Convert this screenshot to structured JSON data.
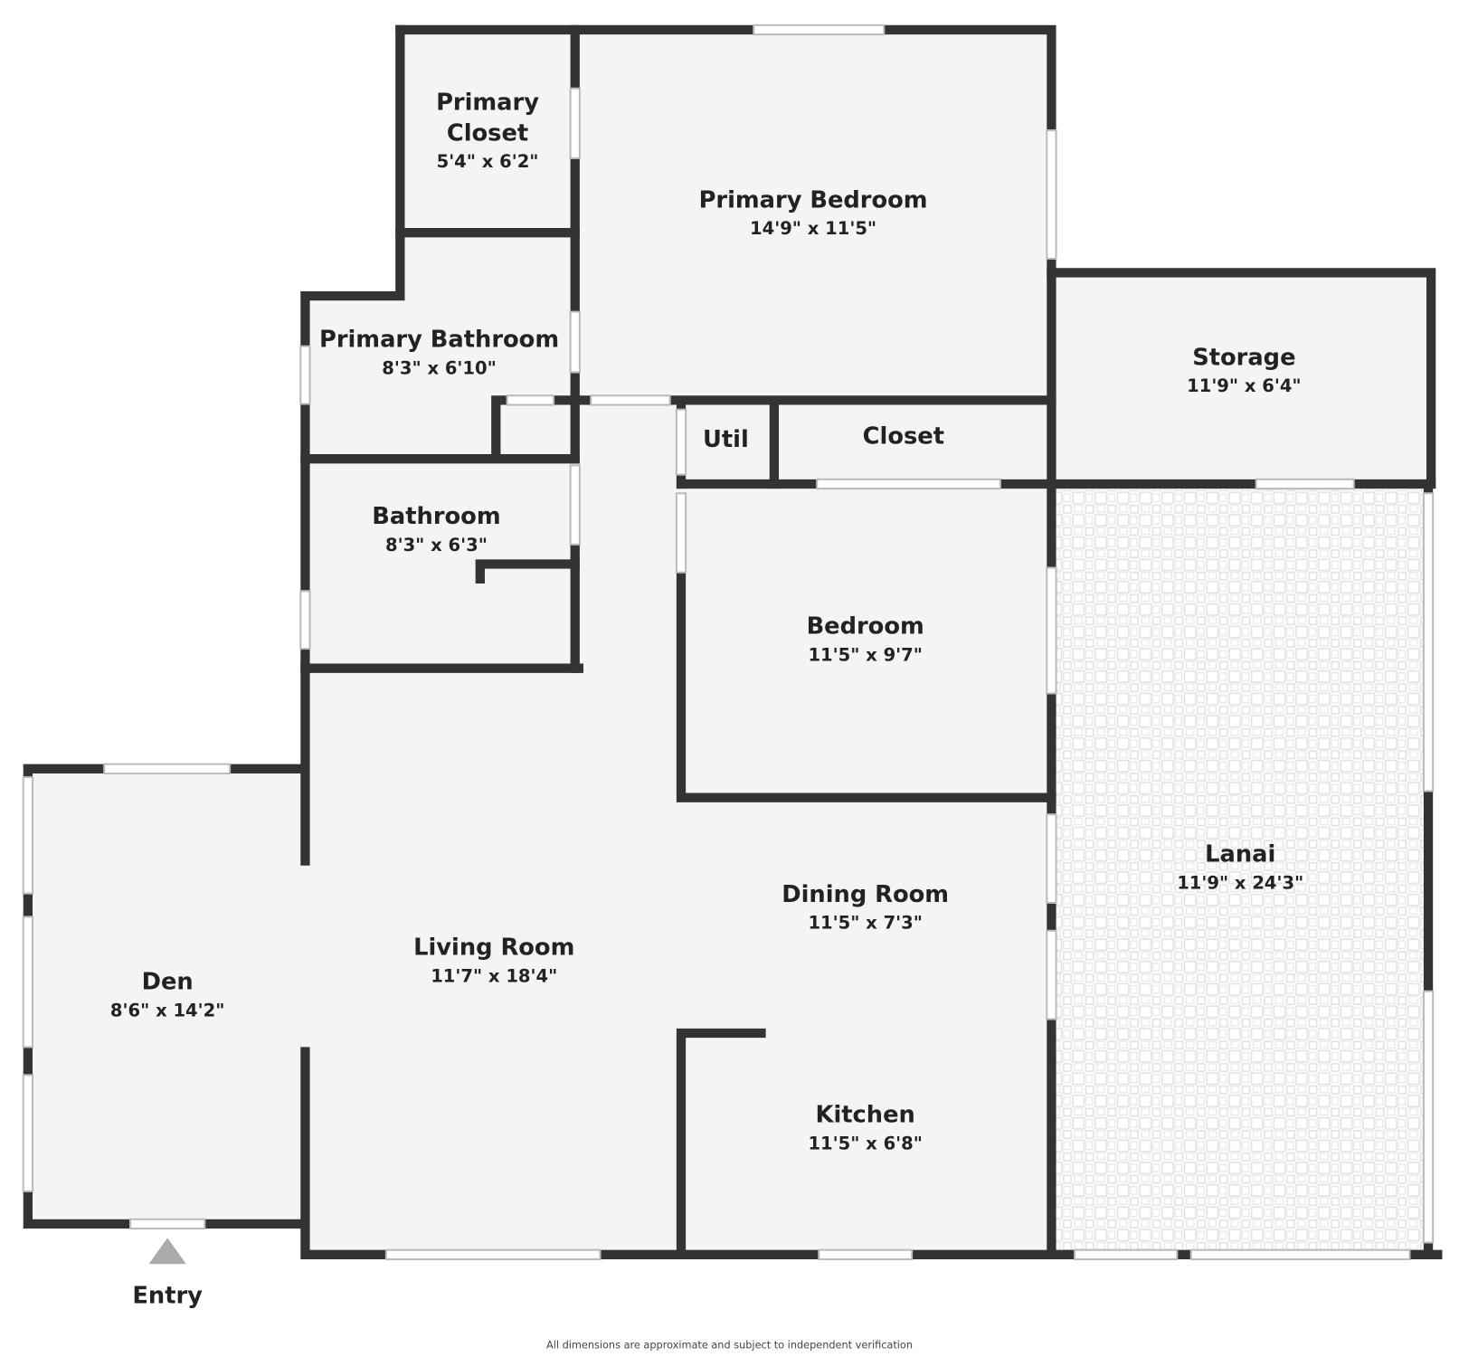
{
  "rooms": {
    "primary_closet": {
      "name_line1": "Primary",
      "name_line2": "Closet",
      "dims": "5'4\" x 6'2\""
    },
    "primary_bedroom": {
      "name": "Primary Bedroom",
      "dims": "14'9\" x 11'5\""
    },
    "primary_bathroom": {
      "name": "Primary Bathroom",
      "dims": "8'3\" x 6'10\""
    },
    "storage": {
      "name": "Storage",
      "dims": "11'9\" x 6'4\""
    },
    "util": {
      "name": "Util"
    },
    "closet": {
      "name": "Closet"
    },
    "bathroom": {
      "name": "Bathroom",
      "dims": "8'3\" x 6'3\""
    },
    "bedroom": {
      "name": "Bedroom",
      "dims": "11'5\" x 9'7\""
    },
    "lanai": {
      "name": "Lanai",
      "dims": "11'9\" x 24'3\""
    },
    "dining_room": {
      "name": "Dining Room",
      "dims": "11'5\" x 7'3\""
    },
    "living_room": {
      "name": "Living Room",
      "dims": "11'7\" x 18'4\""
    },
    "den": {
      "name": "Den",
      "dims": "8'6\" x 14'2\""
    },
    "kitchen": {
      "name": "Kitchen",
      "dims": "11'5\" x 6'8\""
    }
  },
  "entry": {
    "label": "Entry",
    "icon": "triangle-up-icon"
  },
  "disclaimer": "All dimensions are approximate and subject to independent verification",
  "colors": {
    "wall": "#333333",
    "floor": "#f4f4f4",
    "lanai_tile": "#e4e4e4"
  }
}
